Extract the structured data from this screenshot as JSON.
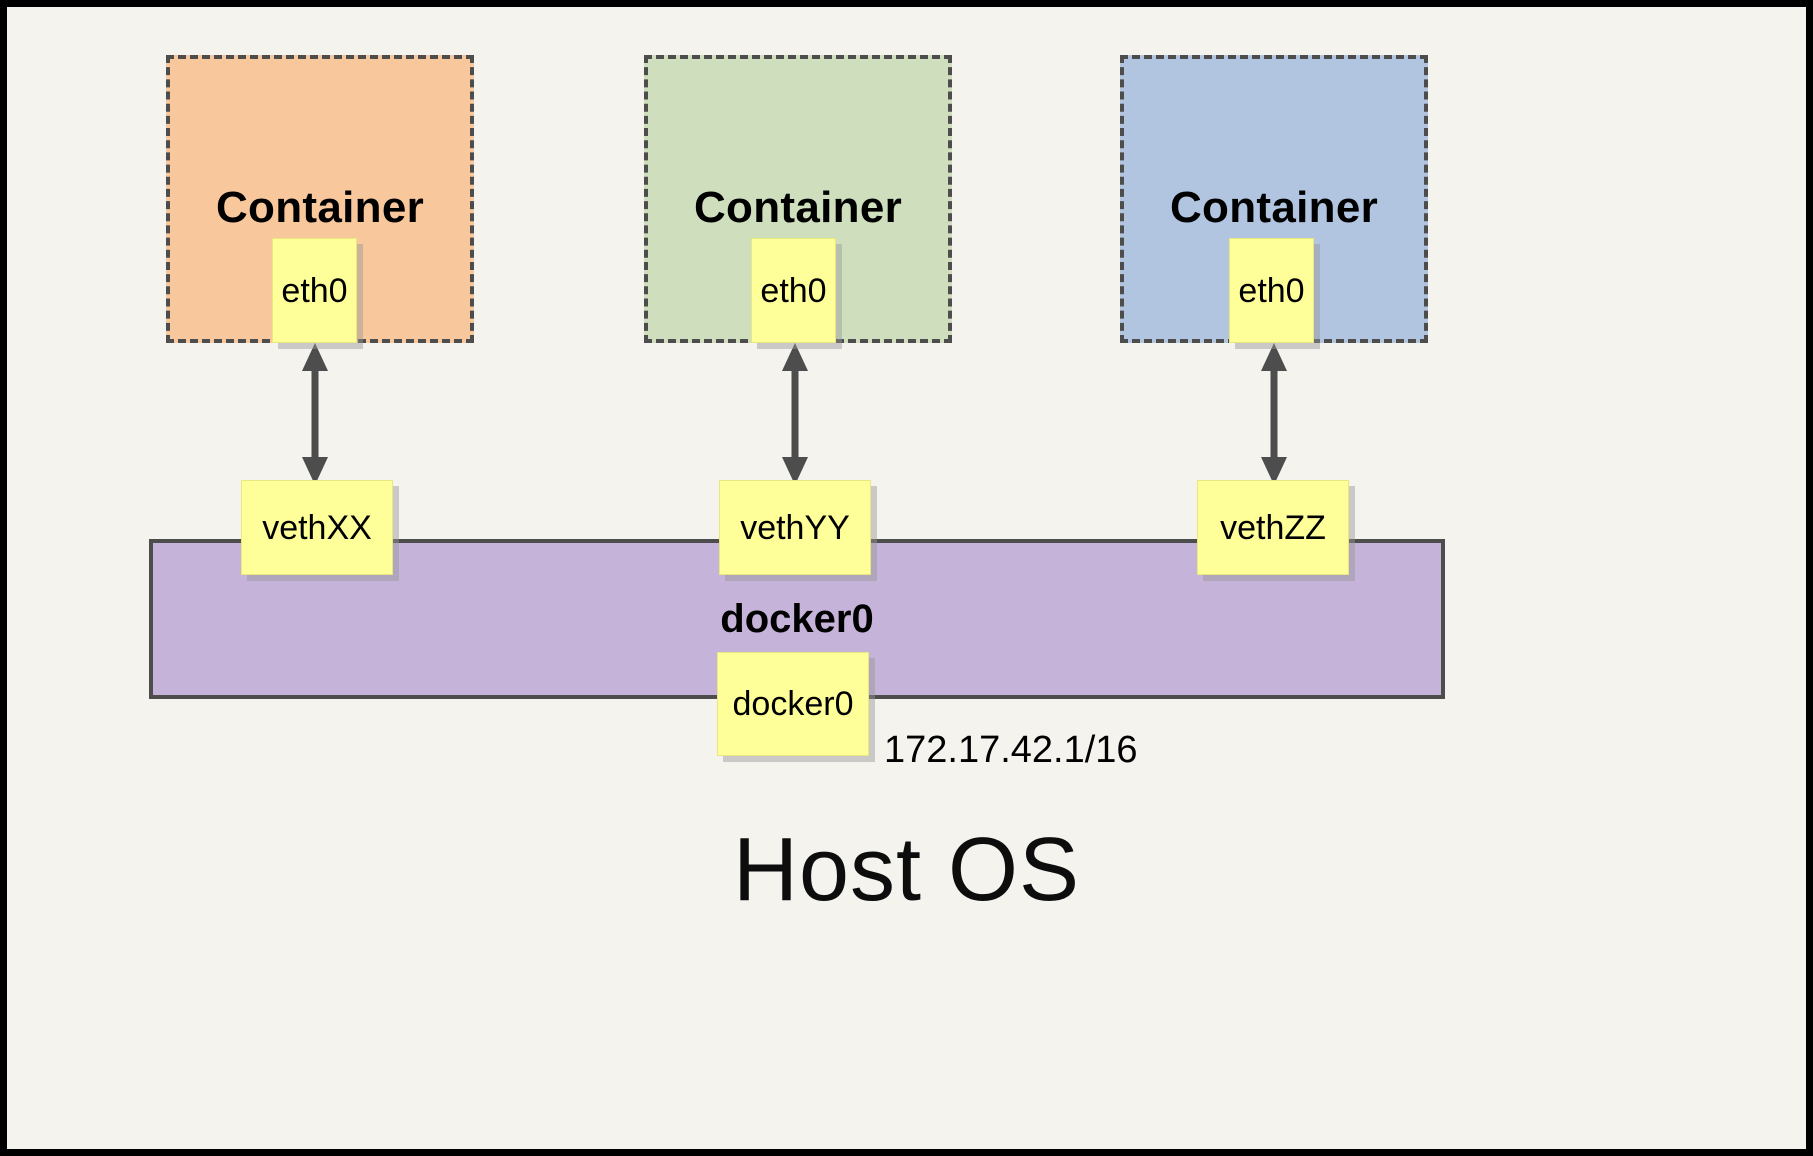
{
  "diagram": {
    "title_bottom": "Host OS",
    "background_color": "#f4f3ee",
    "border_color": "#000000"
  },
  "containers": [
    {
      "label": "Container",
      "interface_label": "eth0",
      "fill_color": "#f8c89c",
      "border_color": "#4d4d4d"
    },
    {
      "label": "Container",
      "interface_label": "eth0",
      "fill_color": "#cfdfbe",
      "border_color": "#4d4d4d"
    },
    {
      "label": "Container",
      "interface_label": "eth0",
      "fill_color": "#b1c4e0",
      "border_color": "#4d4d4d"
    }
  ],
  "veth_pairs": [
    {
      "label": "vethXX"
    },
    {
      "label": "vethYY"
    },
    {
      "label": "vethZZ"
    }
  ],
  "bridge": {
    "name": "docker0",
    "interface_label": "docker0",
    "ip_address": "172.17.42.1/16",
    "fill_color": "#c5b3d9",
    "border_color": "#4d4d4d"
  },
  "note_box_color": "#ffff99",
  "arrow_color": "#4d4d4d"
}
